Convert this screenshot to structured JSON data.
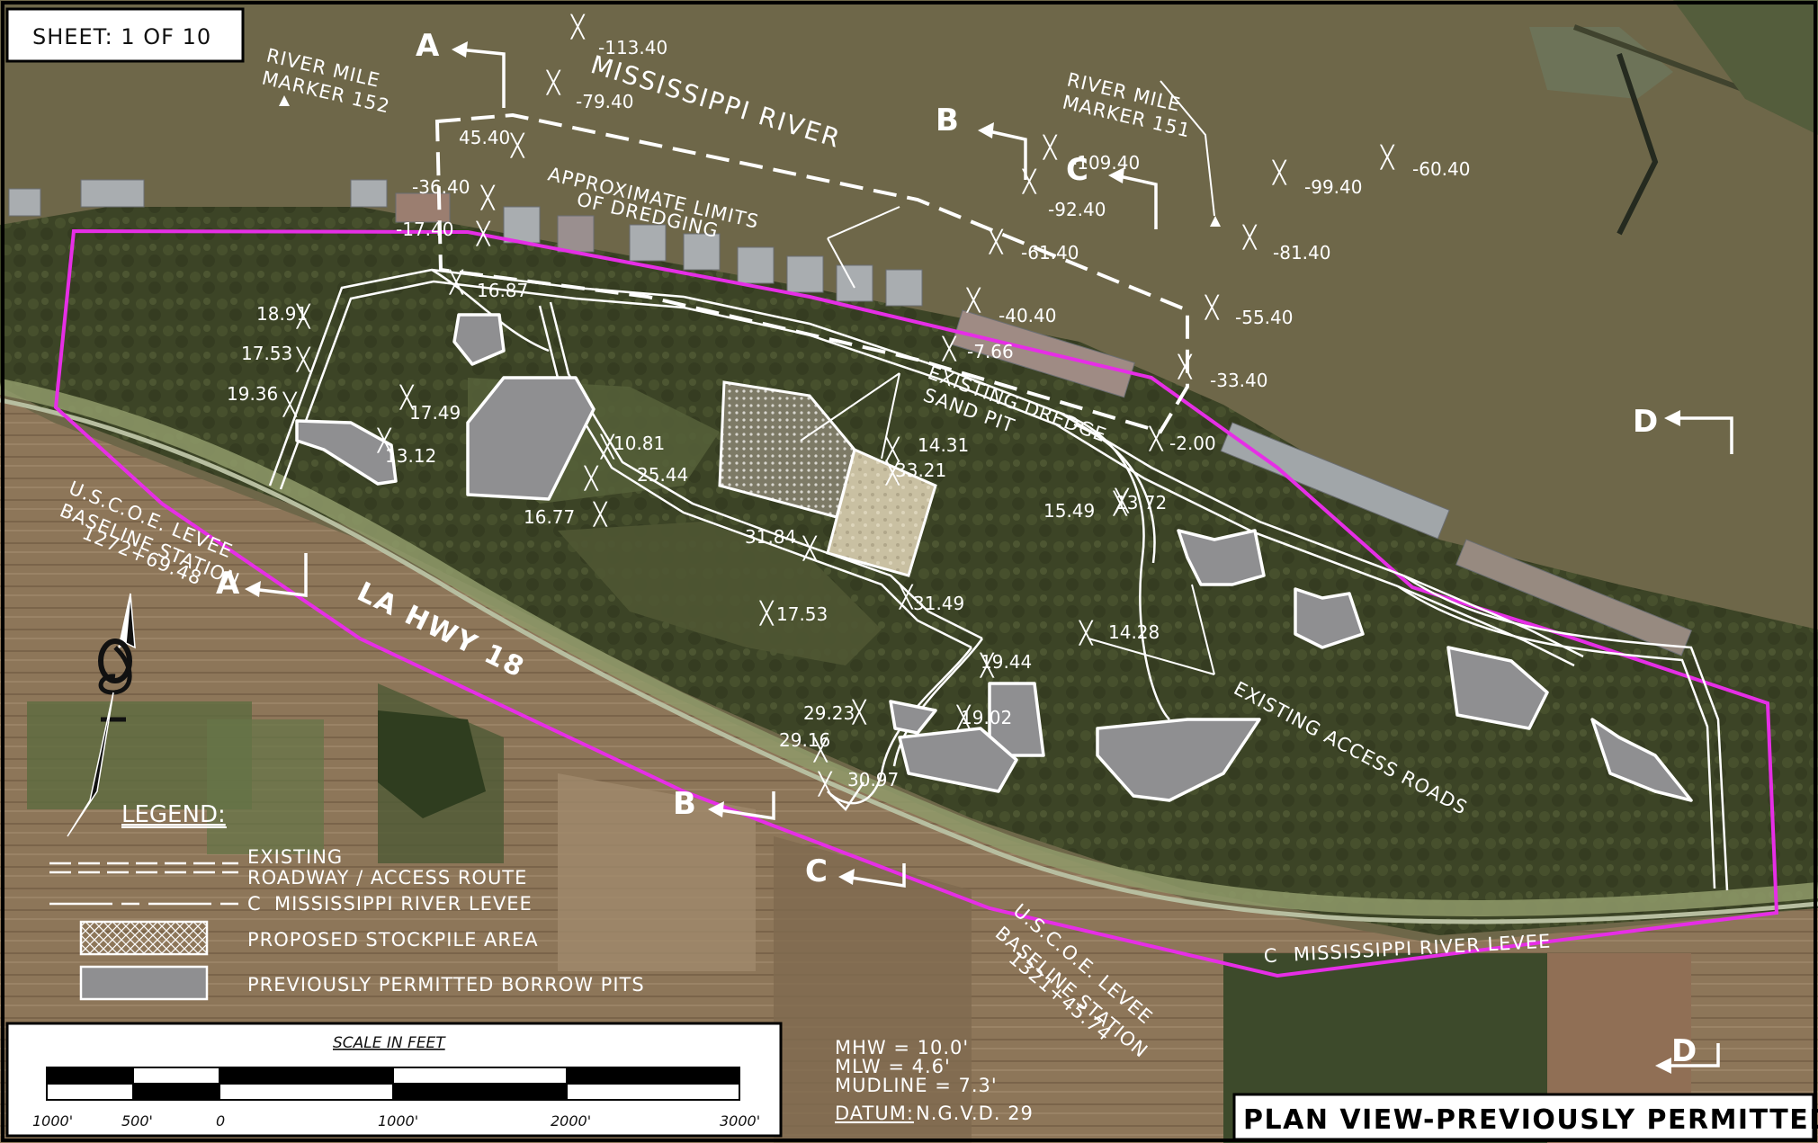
{
  "sheet": "SHEET: 1 OF 10",
  "plan_title": "PLAN VIEW-PREVIOUSLY PERMITTED",
  "river": "MISSISSIPPI RIVER",
  "markers": {
    "rm152_line1": "RIVER MILE",
    "rm152_line2": "MARKER 152",
    "rm151_line1": "RIVER MILE",
    "rm151_line2": "MARKER 151"
  },
  "labels": {
    "dredge_limits_line1": "APPROXIMATE LIMITS",
    "dredge_limits_line2": "OF DREDGING",
    "sand_pit_line1": "EXISTING DREDGE",
    "sand_pit_line2": "SAND PIT",
    "access_roads": "EXISTING ACCESS ROADS",
    "highway": "LA HWY 18",
    "levee_centerline": "MISSISSIPPI RIVER LEVEE",
    "cl_symbol": "C",
    "station_west_1": "U.S.C.O.E. LEVEE",
    "station_west_2": "BASELINE STATION",
    "station_west_3": "1272+69.48",
    "station_east_1": "U.S.C.O.E. LEVEE",
    "station_east_2": "BASELINE STATION",
    "station_east_3": "1321+45.74"
  },
  "sections": {
    "a": "A",
    "b": "B",
    "c": "C",
    "d": "D"
  },
  "soundings": [
    "-113.40",
    "-79.40",
    "45.40",
    "-36.40",
    "-17.40",
    "-109.40",
    "-92.40",
    "-99.40",
    "-60.40",
    "-81.40",
    "-61.40",
    "-40.40",
    "-55.40",
    "-7.66",
    "-33.40",
    "-2.00"
  ],
  "elevations": [
    "16.87",
    "18.91",
    "17.53",
    "19.36",
    "17.49",
    "13.12",
    "10.81",
    "25.44",
    "16.77",
    "31.84",
    "14.31",
    "33.21",
    "15.49",
    "13.72",
    "17.53",
    "31.49",
    "14.28",
    "19.44",
    "19.02",
    "29.23",
    "29.16",
    "30.97"
  ],
  "legend": {
    "title": "LEGEND:",
    "item1_line1": "EXISTING",
    "item1_line2": "ROADWAY / ACCESS ROUTE",
    "item2": "MISSISSIPPI RIVER LEVEE",
    "item2_prefix": "C",
    "item3": "PROPOSED STOCKPILE AREA",
    "item4": "PREVIOUSLY PERMITTED BORROW PITS"
  },
  "scale": {
    "title": "SCALE IN FEET",
    "ticks": [
      "1000'",
      "500'",
      "0",
      "1000'",
      "2000'",
      "3000'"
    ]
  },
  "tide": {
    "mhw": "MHW  =  10.0'",
    "mlw": "MLW  =  4.6'",
    "mudline": "MUDLINE  =  7.3'",
    "datum_label": "DATUM:",
    "datum_value": "N.G.V.D. 29"
  },
  "colors": {
    "boundary": "#e62ee6",
    "river": "#6e6749",
    "forest": "#3f4628",
    "field": "#8a7358",
    "pit_fill": "#8f8f91"
  }
}
